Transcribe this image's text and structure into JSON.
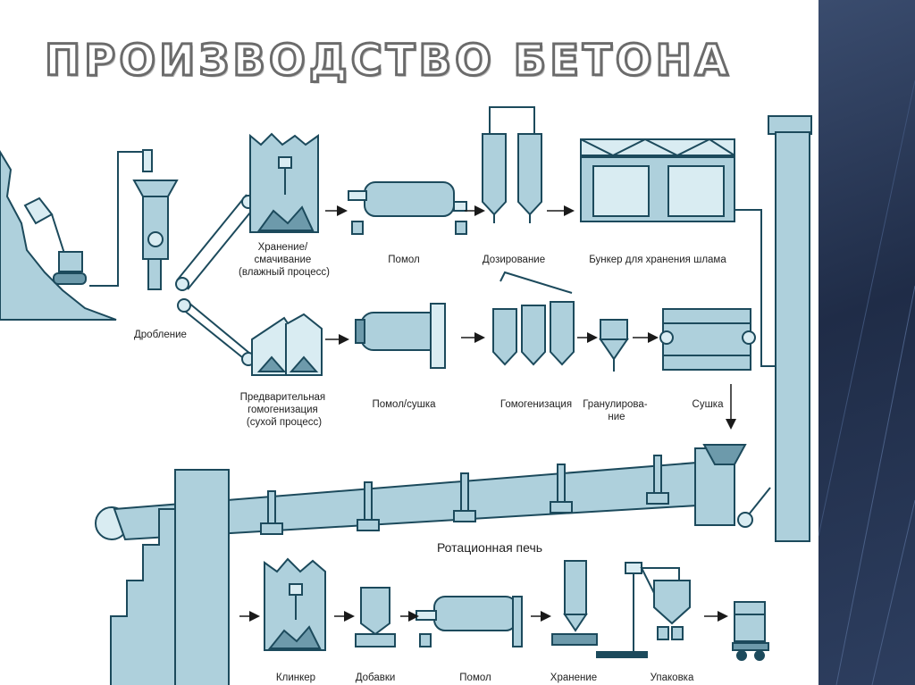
{
  "slide": {
    "title": "ПРОИЗВОДСТВО БЕТОНА",
    "accent": "#aed0dc",
    "stroke": "#1c4a5c",
    "side_color": "#25324f"
  },
  "labels": {
    "crushing": "Дробление",
    "storage_wet": [
      "Хранение/",
      "смачивание",
      "(влажный процесс)"
    ],
    "milling": "Помол",
    "dosing": "Дозирование",
    "slurry_bunker": "Бункер для хранения шлама",
    "pre_homog": [
      "Предварительная",
      "гомогенизация",
      "(сухой процесс)"
    ],
    "milling_drying": "Помол/сушка",
    "homogenization": "Гомогенизация",
    "granulation": [
      "Гранулирова-",
      "ние"
    ],
    "drying": "Сушка",
    "rotary_kiln": "Ротационная печь",
    "clinker": "Клинкер",
    "additives": "Добавки",
    "milling2": "Помол",
    "storage": "Хранение",
    "packing": "Упаковка"
  }
}
